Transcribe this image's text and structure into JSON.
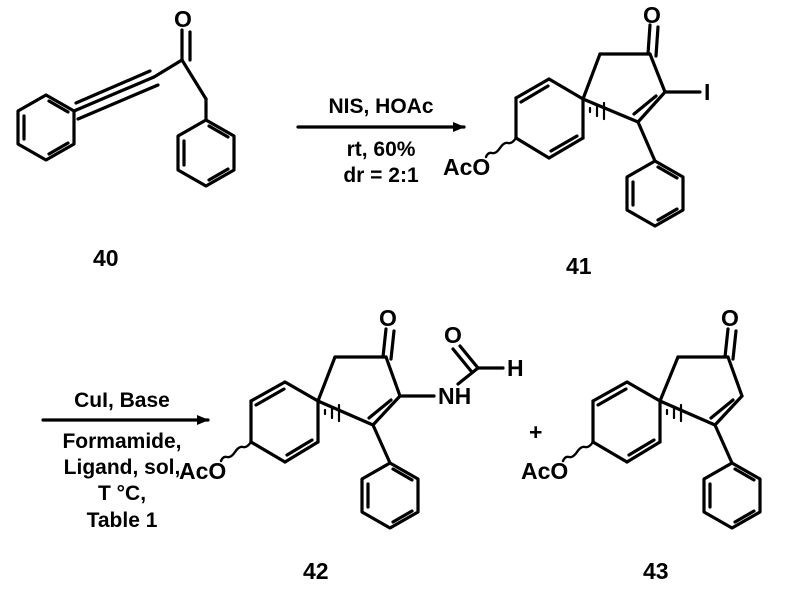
{
  "compounds": {
    "c40": {
      "number": "40",
      "oxygen": "O"
    },
    "c41": {
      "number": "41",
      "oxygen": "O",
      "iodine": "I",
      "acetoxy": "AcO"
    },
    "c42": {
      "number": "42",
      "oxygen": "O",
      "acetoxy": "AcO",
      "formyl_o": "O",
      "formyl_h": "H",
      "nh": "NH"
    },
    "c43": {
      "number": "43",
      "oxygen": "O",
      "acetoxy": "AcO"
    }
  },
  "reaction1": {
    "line1": "NIS, HOAc",
    "line2": "rt, 60%",
    "line3": "dr = 2:1"
  },
  "reaction2": {
    "line1": "CuI, Base",
    "line2": "Formamide,",
    "line3": "Ligand, sol,",
    "line4": "T °C,",
    "line5": "Table 1"
  },
  "plus": "+"
}
